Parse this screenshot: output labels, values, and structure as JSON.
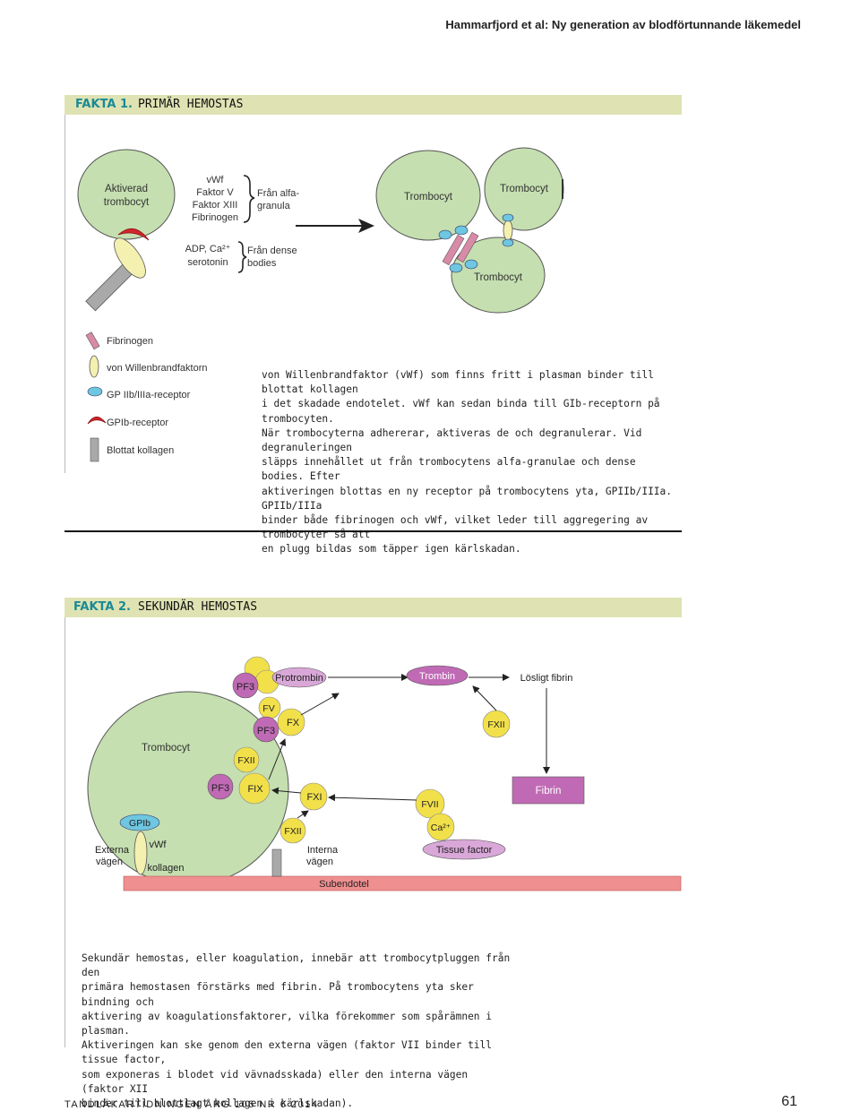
{
  "header": {
    "running_title": "Hammarfjord et al: Ny generation av blodförtunnande läkemedel"
  },
  "fakta1": {
    "label": "FAKTA 1.",
    "title": "PRIMÄR HEMOSTAS",
    "diagram": {
      "activated_line1": "Aktiverad",
      "activated_line2": "trombocyt",
      "alpha_items": [
        "vWf",
        "Faktor V",
        "Faktor XIII",
        "Fibrinogen"
      ],
      "alpha_source_line1": "Från alfa-",
      "alpha_source_line2": "granula",
      "dense_items_line1": "ADP, Ca²⁺",
      "dense_items_line2": "serotonin",
      "dense_source_line1": "Från dense",
      "dense_source_line2": "bodies",
      "platelet_left": "Trombocyt",
      "platelet_right": "Trombocyt",
      "platelet_bottom": "Trombocyt"
    },
    "legend": [
      {
        "label": "Fibrinogen",
        "shape": "pink-bar",
        "color": "#d98aa6"
      },
      {
        "label": "von Willenbrandfaktorn",
        "shape": "yellow-oval",
        "color": "#f4f0b0"
      },
      {
        "label": "GP IIb/IIIa-receptor",
        "shape": "blue-oval",
        "color": "#6ec6e0"
      },
      {
        "label": "GPIb-receptor",
        "shape": "red-cap",
        "color": "#d0252b"
      },
      {
        "label": "Blottat kollagen",
        "shape": "gray-bar",
        "color": "#a9a9a9"
      }
    ],
    "description": [
      "von Willenbrandfaktor (vWf) som finns fritt i plasman binder till blottat kollagen",
      "i det skadade endotelet. vWf kan sedan binda till GIb-receptorn på trombocyten.",
      "När trombocyterna adhererar, aktiveras de och degranulerar. Vid degranuleringen",
      "släpps innehållet ut från trombocytens alfa-granulae och dense bodies. Efter",
      "aktiveringen blottas en ny receptor på trombocytens yta, GPIIb/IIIa. GPIIb/IIIa",
      "binder både fibrinogen och vWf, vilket leder till aggregering av trombocyter så att",
      "en plugg bildas som täpper igen kärlskadan."
    ]
  },
  "fakta2": {
    "label": "FAKTA 2.",
    "title": "SEKUNDÄR HEMOSTAS",
    "diagram": {
      "pf3": "PF3",
      "protrombin": "Protrombin",
      "trombin": "Trombin",
      "losligt_fibrin": "Lösligt fibrin",
      "fv": "FV",
      "fx": "FX",
      "fxiii": "FXII",
      "trombocyt": "Trombocyt",
      "fxii": "FXII",
      "fix": "FIX",
      "fxi": "FXI",
      "fvii": "FVII",
      "fibrin": "Fibrin",
      "gpib": "GPIb",
      "externa_line1": "Externa",
      "externa_line2": "vägen",
      "vwf": "vWf",
      "kollagen": "kollagen",
      "ca": "Ca²⁺",
      "interna_line1": "Interna",
      "interna_line2": "vägen",
      "tissue_factor": "Tissue factor",
      "subendotel": "Subendotel"
    },
    "colors": {
      "platelet": "#c5dfb0",
      "factor": "#f2e04a",
      "purple": "#c06ab5",
      "endothelium": "#f08f90"
    },
    "description": [
      "Sekundär hemostas, eller koagulation, innebär att trombocytpluggen från den",
      "primära hemostasen förstärks med fibrin. På trombocytens yta sker bindning och",
      "aktivering av koagulationsfaktorer, vilka förekommer som spårämnen i plasman.",
      "Aktiveringen kan ske genom den externa vägen (faktor VII binder till tissue factor,",
      "som exponeras i blodet vid vävnadsskada) eller den interna vägen (faktor XII",
      "binder till blottlagt kollagen i kärlskadan)."
    ]
  },
  "footer": {
    "journal": "TANDLÄKARTIDNINGEN ÅRG 106 NR 6 2014",
    "page_number": "61"
  }
}
